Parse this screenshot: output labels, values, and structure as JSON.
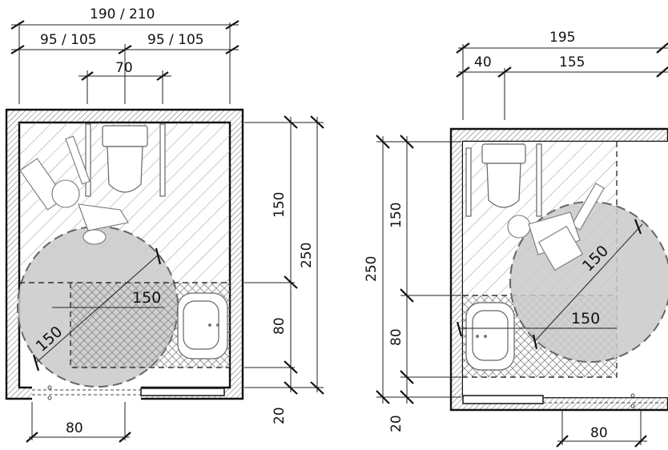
{
  "plan_left": {
    "overall_width": "190 / 210",
    "half_width_left": "95 / 105",
    "half_width_right": "95 / 105",
    "rail_spacing": "70",
    "depth_total": "250",
    "depth_top": "150",
    "depth_bottom": "80",
    "wall_bottom": "20",
    "turning_horizontal": "150",
    "turning_diagonal": "150",
    "door_width": "80"
  },
  "plan_right": {
    "overall_width": "195",
    "offset_left": "40",
    "width_right": "155",
    "depth_total": "250",
    "depth_top": "150",
    "depth_bottom": "80",
    "wall_bottom": "20",
    "turning_diagonal": "150",
    "turning_horizontal": "150",
    "door_width": "80"
  }
}
